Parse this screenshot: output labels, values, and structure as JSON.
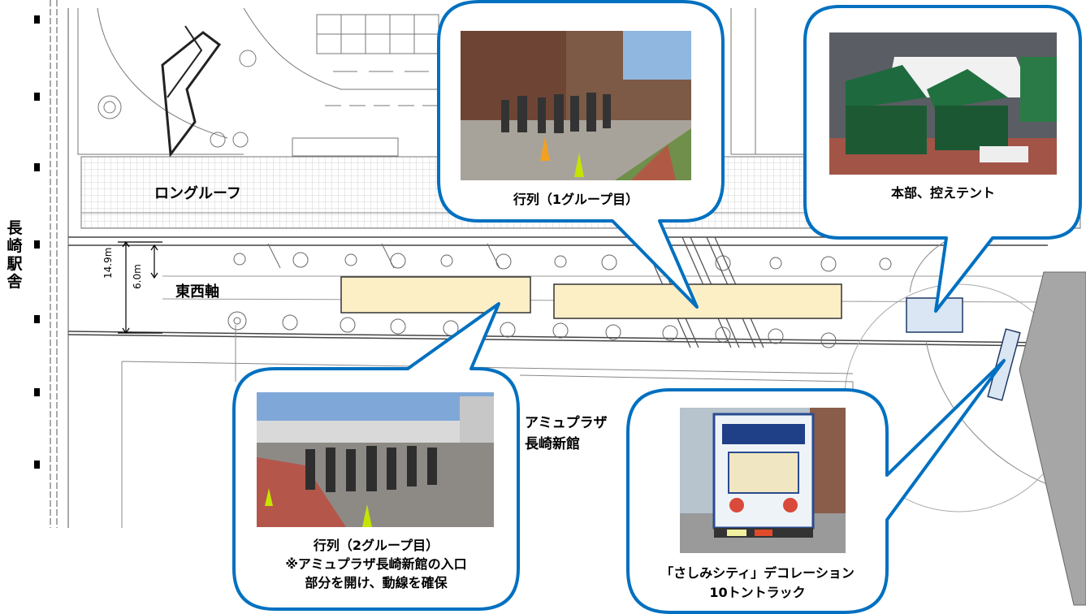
{
  "labels": {
    "long_roof": "ロングルーフ",
    "station": "長崎駅舎",
    "axis": "東西軸",
    "amu_line1": "アミュプラザ",
    "amu_line2": "長崎新館",
    "dim_width": "14.9m",
    "dim_inner": "6.0m"
  },
  "callouts": {
    "queue1": {
      "caption": "行列（1グループ目）"
    },
    "hq": {
      "caption": "本部、控えテント"
    },
    "queue2": {
      "caption_line1": "行列（2グループ目）",
      "caption_line2": "※アミュプラザ長崎新館の入口",
      "caption_line3": "部分を開け、動線を確保"
    },
    "truck": {
      "caption_line1": "「さしみシティ」デコレーション",
      "caption_line2": "10トントラック"
    }
  },
  "colors": {
    "callout_border": "#0070c0",
    "queue_fill": "#fdefc5",
    "tent_fill": "#dae6f3",
    "plan_line": "#555555"
  }
}
